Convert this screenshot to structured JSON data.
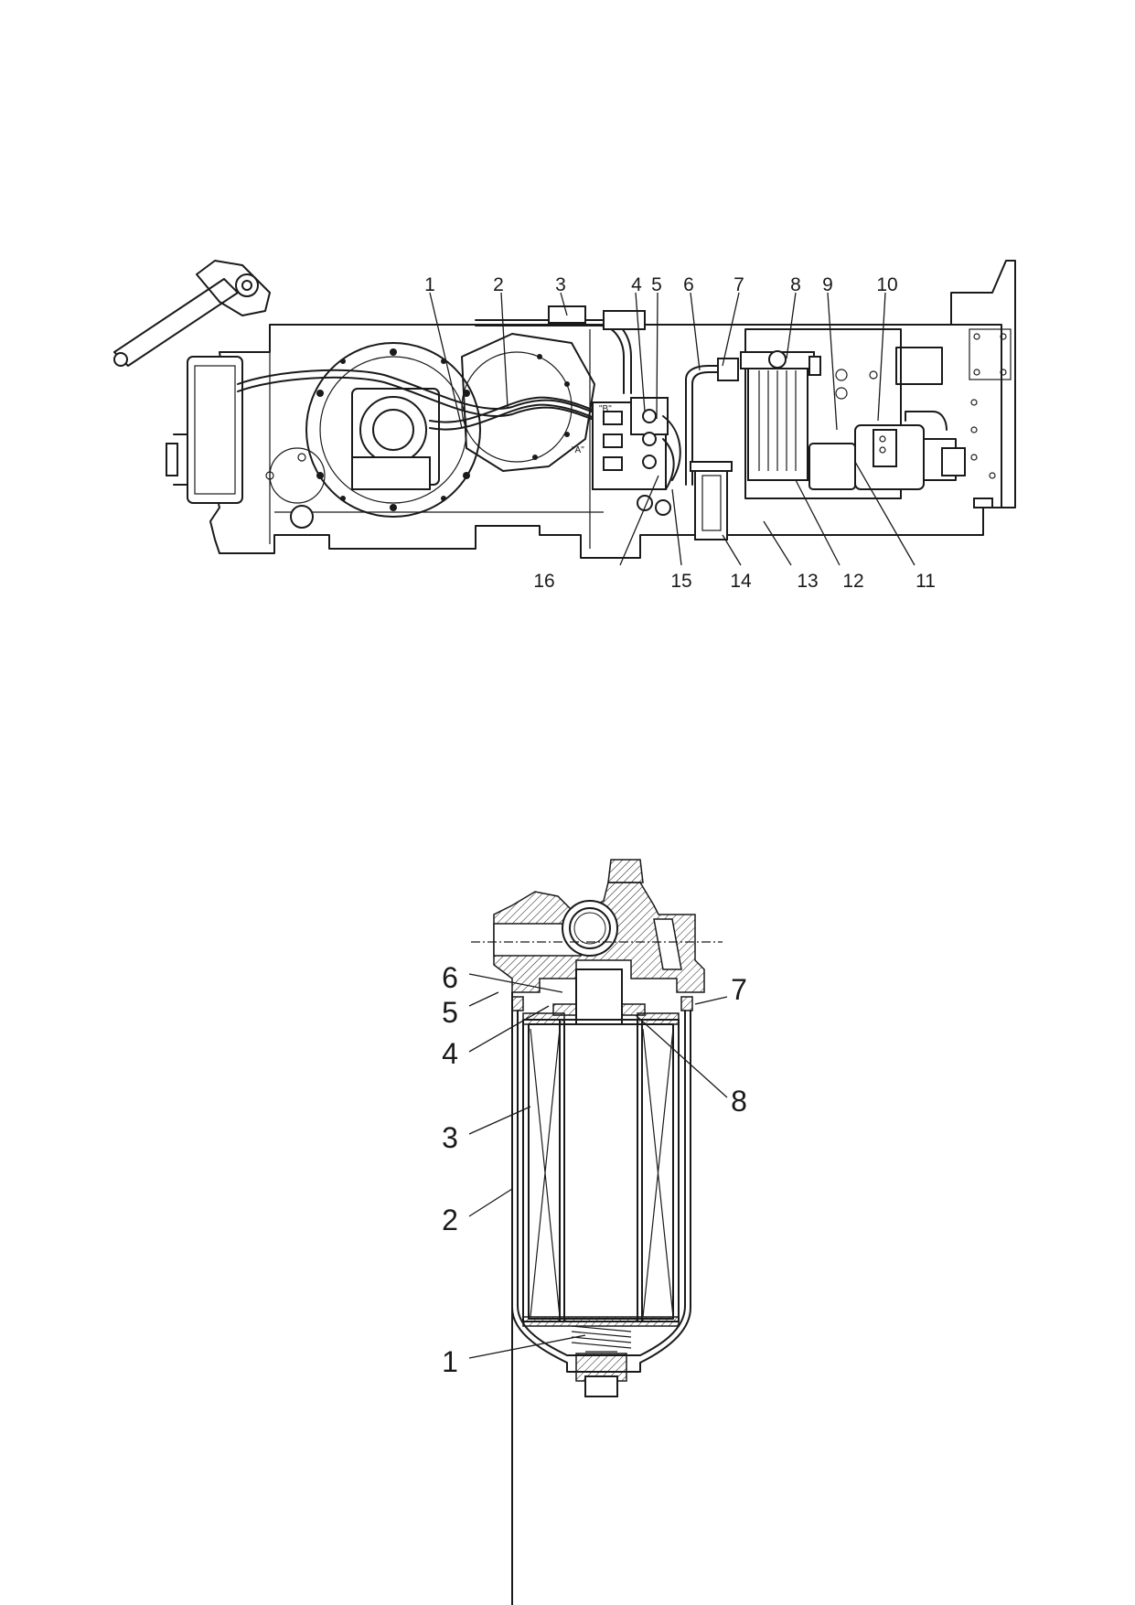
{
  "diagram1": {
    "callouts_top": [
      "1",
      "2",
      "3",
      "4",
      "5",
      "6",
      "7",
      "8",
      "9",
      "10"
    ],
    "callouts_bottom": [
      "16",
      "15",
      "14",
      "13",
      "12",
      "11"
    ],
    "port_a": "\"A\"",
    "port_b": "\"B\""
  },
  "diagram2": {
    "callouts_left": [
      "6",
      "5",
      "4",
      "3",
      "2",
      "1"
    ],
    "callouts_right": [
      "7",
      "8"
    ]
  }
}
